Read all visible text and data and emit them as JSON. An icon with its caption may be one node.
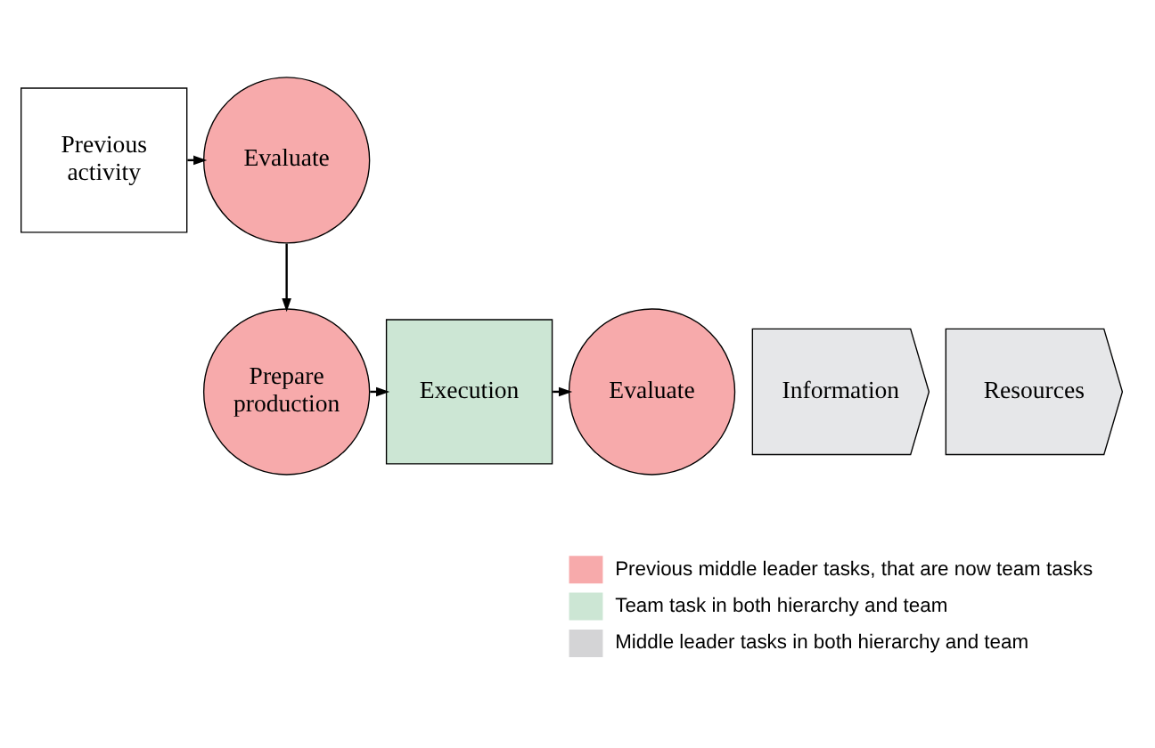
{
  "diagram": {
    "nodes": [
      {
        "text": [
          "Previous activity"
        ]
      },
      {
        "text": [
          "Evaluate"
        ]
      },
      {
        "text": [
          "Information"
        ]
      },
      {
        "text": [
          "Resources"
        ]
      },
      {
        "text": [
          "Prepare production"
        ]
      },
      {
        "text": [
          "Execution"
        ]
      },
      {
        "text": [
          "Evaluate"
        ]
      }
    ],
    "edges": [
      {
        "from": 0,
        "to": 1,
        "arrow": "to"
      },
      {
        "from": 1,
        "to": 4,
        "arrow": "to"
      },
      {
        "from": 4,
        "to": 5,
        "arrow": "to"
      },
      {
        "from": 5,
        "to": 6,
        "arrow": "to"
      }
    ],
    "legend": [
      {
        "text": "Previous middle leader tasks, that are now team tasks",
        "color": "#f7aaab"
      },
      {
        "text": "Team task in both hierarchy and team",
        "color": "#cce6d4"
      },
      {
        "text": "Middle leader tasks in both hierarchy and team",
        "color": "#d4d4d6"
      }
    ]
  }
}
